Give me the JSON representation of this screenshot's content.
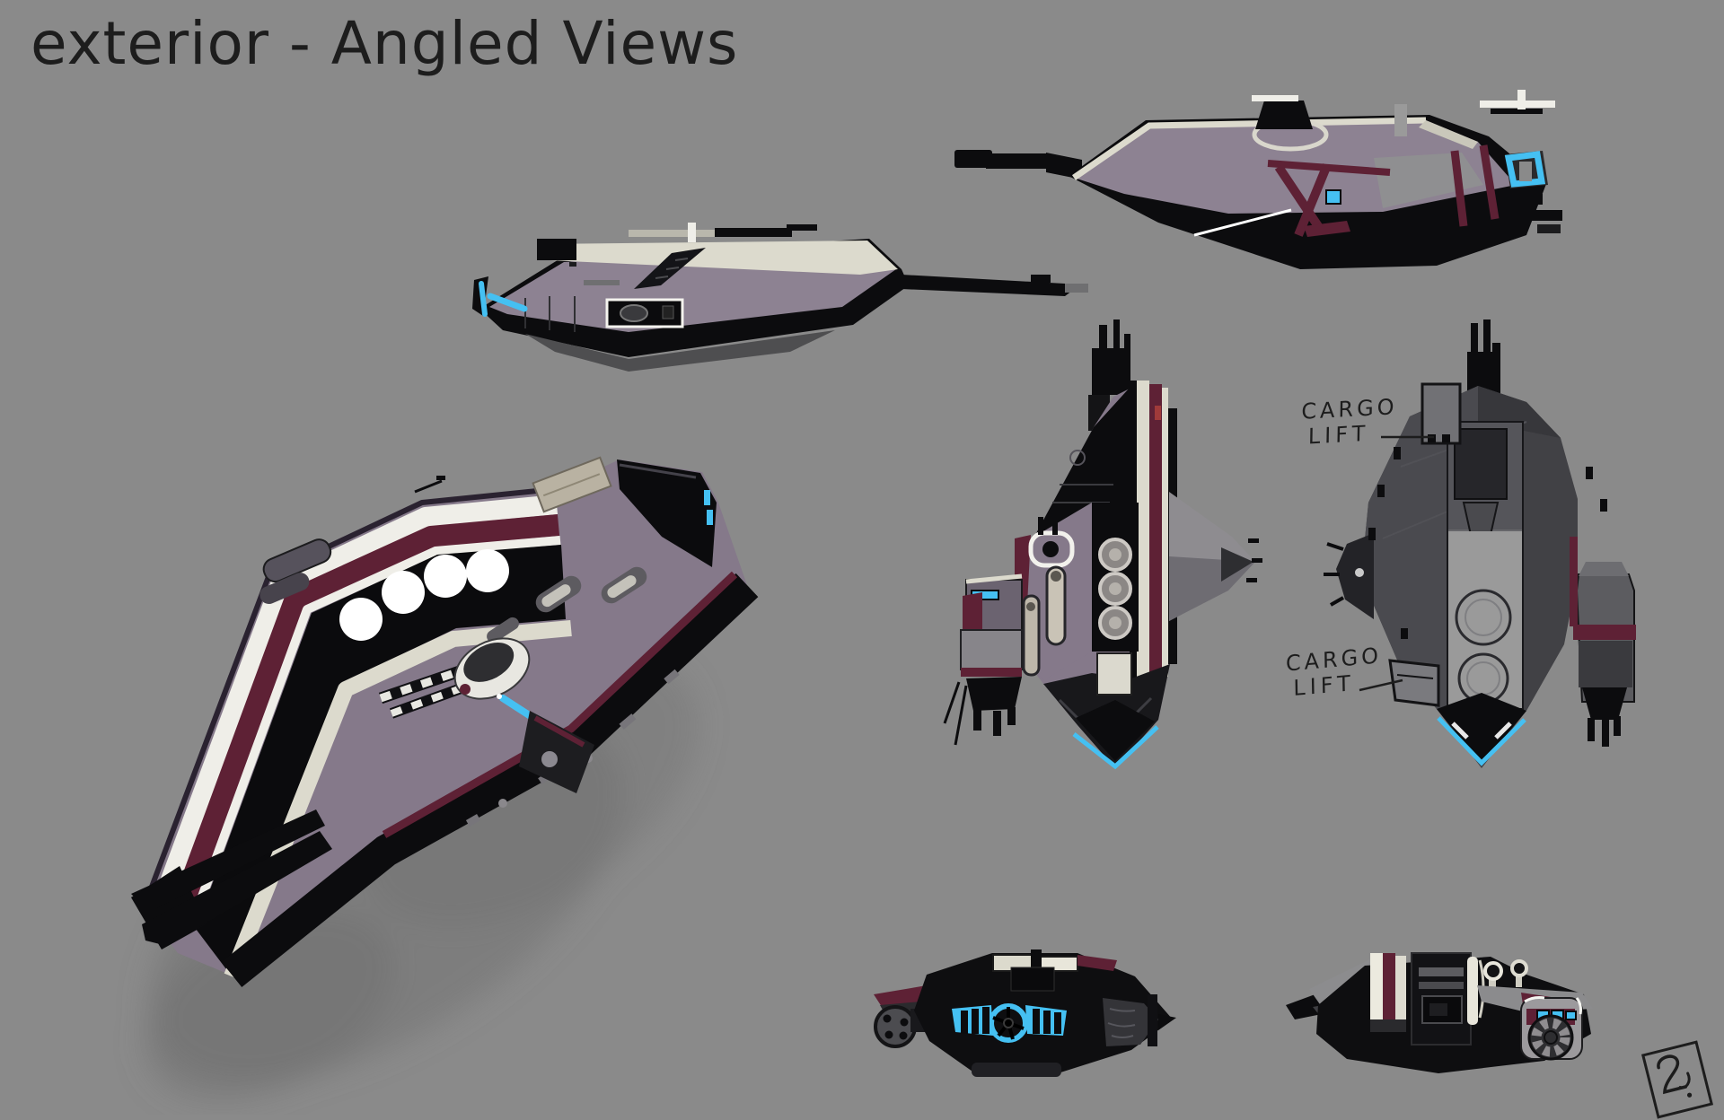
{
  "sheet": {
    "title": "exterior - Angled Views"
  },
  "annotations": {
    "cargo_lift_top": {
      "line1": "CARGO",
      "line2": "LIFT"
    },
    "cargo_lift_bottom": {
      "line1": "CARGO",
      "line2": "LIFT"
    }
  },
  "signature": {
    "mark": "2"
  },
  "palette": {
    "background": "#8a8a8a",
    "ink": "#1d1d1d",
    "hull_purple": "#85798a",
    "hull_purple_light": "#8d8292",
    "hull_charcoal": "#414145",
    "trim_cream": "#dcdacd",
    "stripe_white": "#efeee8",
    "stripe_maroon": "#5e2135",
    "black": "#0c0c0e",
    "engine_cyan": "#45c0f2",
    "shadow_gray": "#6f6f6f"
  }
}
